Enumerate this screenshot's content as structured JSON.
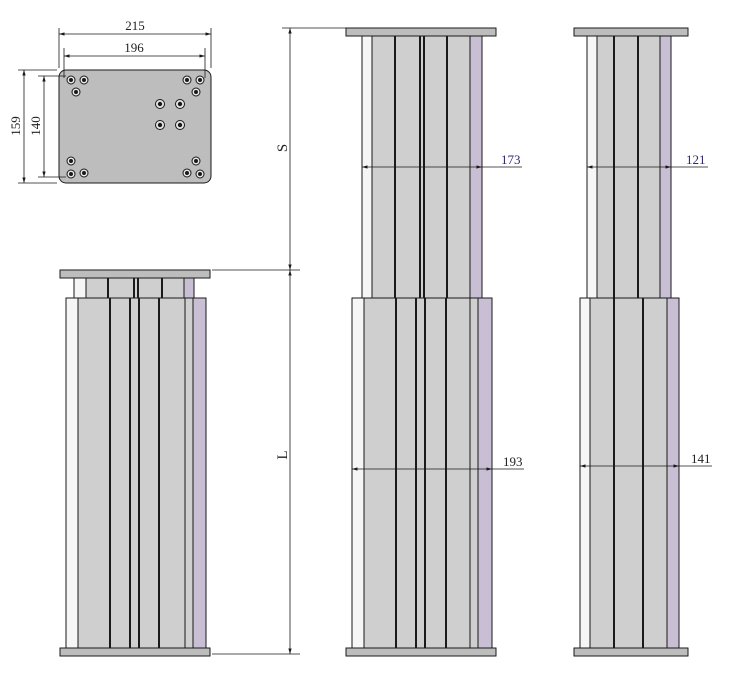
{
  "colors": {
    "plate": "#bdbdbd",
    "tube": "#cfcfcf",
    "tube_light": "#f6f6f6",
    "tube_purple": "#c9bfd4",
    "line": "#1a1a1a",
    "dim_text_accent": "#2d2a6e"
  },
  "plate_view": {
    "dim_width_outer": "215",
    "dim_width_inner": "196",
    "dim_height_outer": "159",
    "dim_height_inner": "140"
  },
  "side_view": {
    "stroke_label": "S",
    "length_label": "L"
  },
  "extended_view_wide": {
    "dim_upper": "173",
    "dim_lower": "193"
  },
  "extended_view_narrow": {
    "dim_upper": "121",
    "dim_lower": "141"
  }
}
